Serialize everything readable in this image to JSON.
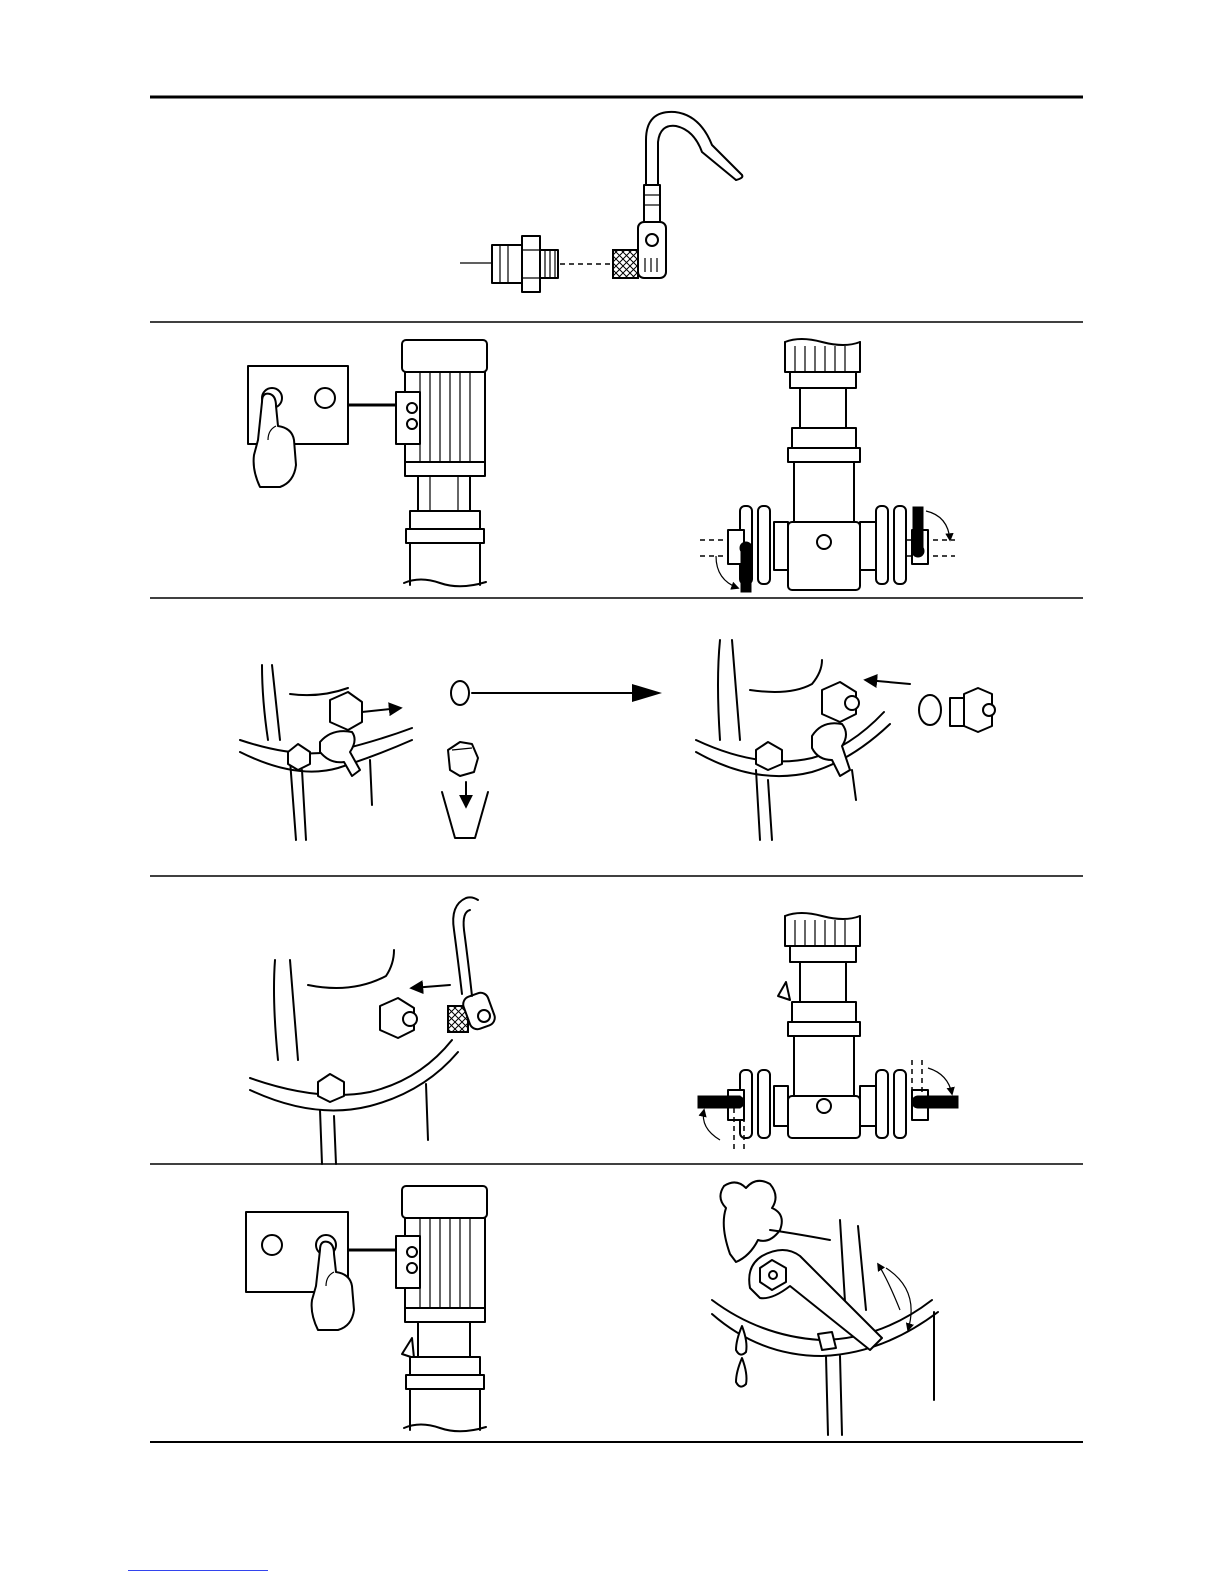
{
  "page": {
    "panels": [
      {
        "id": "step-1",
        "figures": [
          "sensor-connector-detail"
        ]
      },
      {
        "id": "step-2",
        "figures": [
          "press-stop-button",
          "close-isolating-valves"
        ]
      },
      {
        "id": "step-3",
        "figures": [
          "remove-drain-plug",
          "fit-sensor-with-oring"
        ]
      },
      {
        "id": "step-4",
        "figures": [
          "connect-sensor-cable",
          "open-isolating-valves"
        ]
      },
      {
        "id": "step-5",
        "figures": [
          "press-start-button",
          "vent-pump"
        ]
      }
    ],
    "colors": {
      "ink": "#000000",
      "paper": "#ffffff",
      "footer_link": "#3344ee"
    }
  }
}
